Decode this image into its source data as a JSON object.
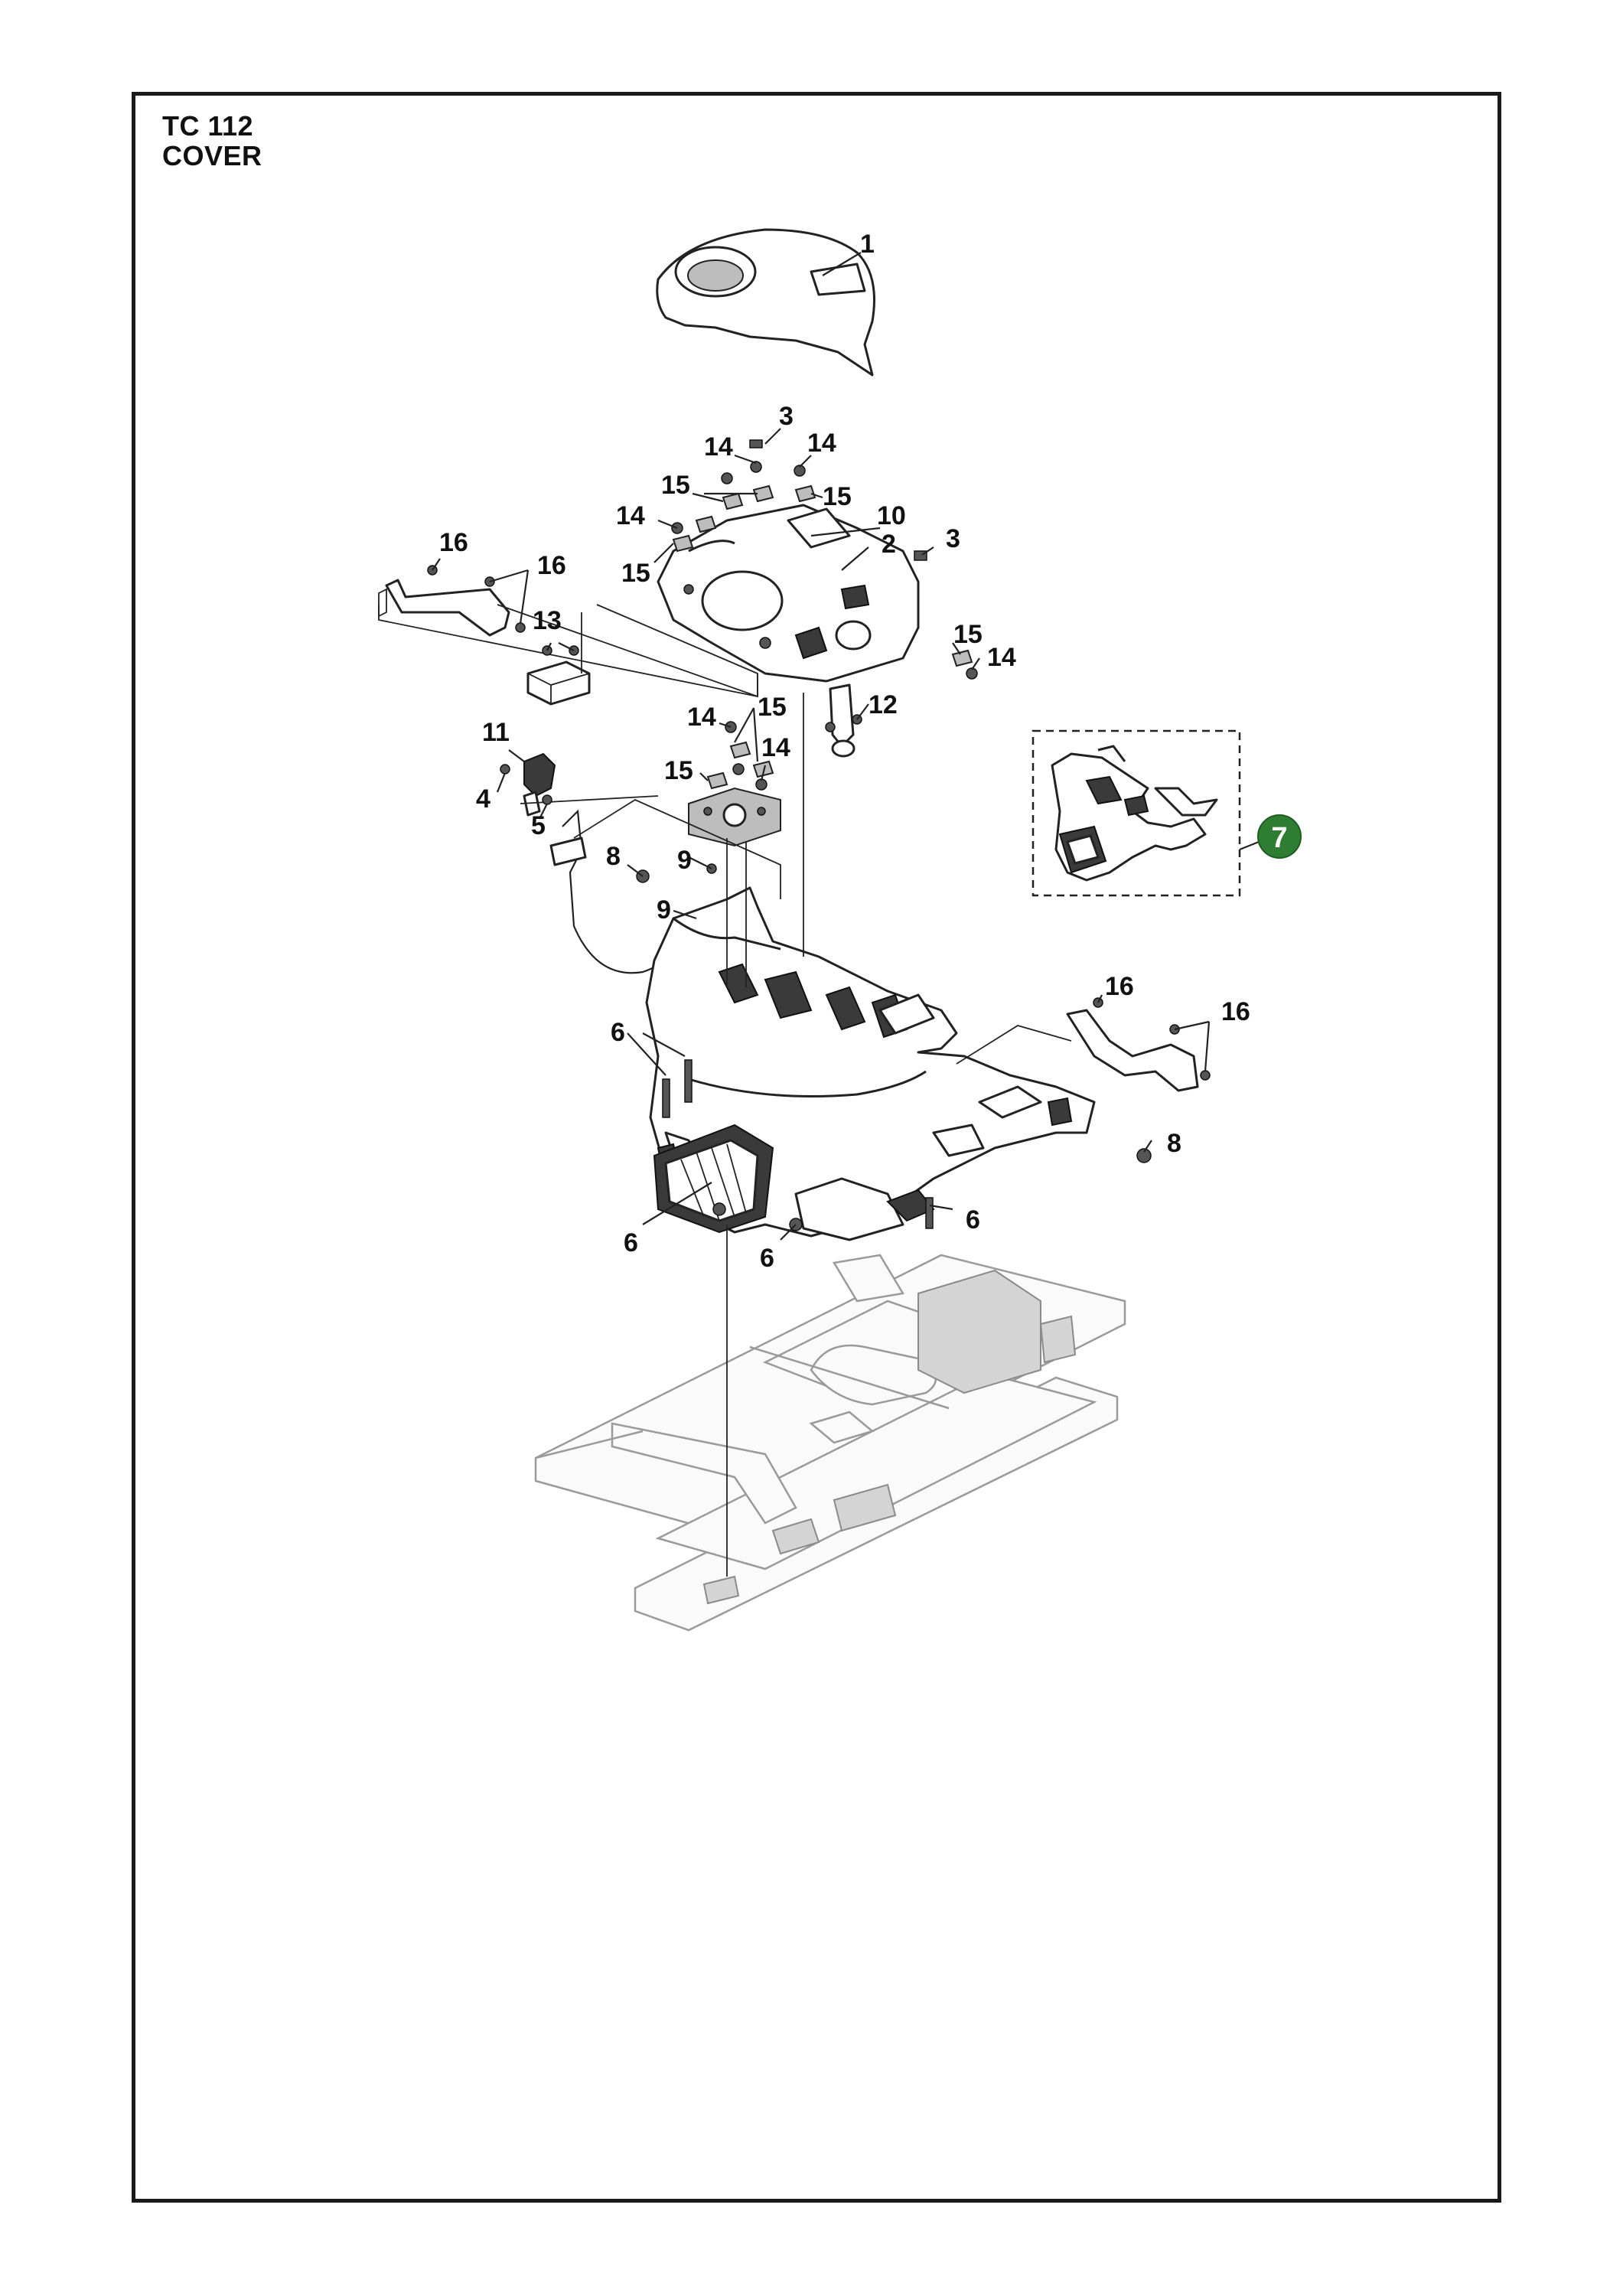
{
  "title": {
    "line1": "TC 112",
    "line2": "COVER"
  },
  "callouts": {
    "c1": "1",
    "c2": "2",
    "c3a": "3",
    "c3b": "3",
    "c4": "4",
    "c5": "5",
    "c6a": "6",
    "c6b": "6",
    "c6c": "6",
    "c6d": "6",
    "c8a": "8",
    "c8b": "8",
    "c9a": "9",
    "c9b": "9",
    "c10": "10",
    "c11": "11",
    "c12": "12",
    "c13": "13",
    "c14a": "14",
    "c14b": "14",
    "c14c": "14",
    "c14d": "14",
    "c14e": "14",
    "c14f": "14",
    "c15a": "15",
    "c15b": "15",
    "c15c": "15",
    "c15d": "15",
    "c15e": "15",
    "c15f": "15",
    "c16a": "16",
    "c16b": "16",
    "c16c": "16",
    "c16d": "16"
  },
  "assembly_badge": {
    "label": "7",
    "color": "#2e7d32"
  }
}
